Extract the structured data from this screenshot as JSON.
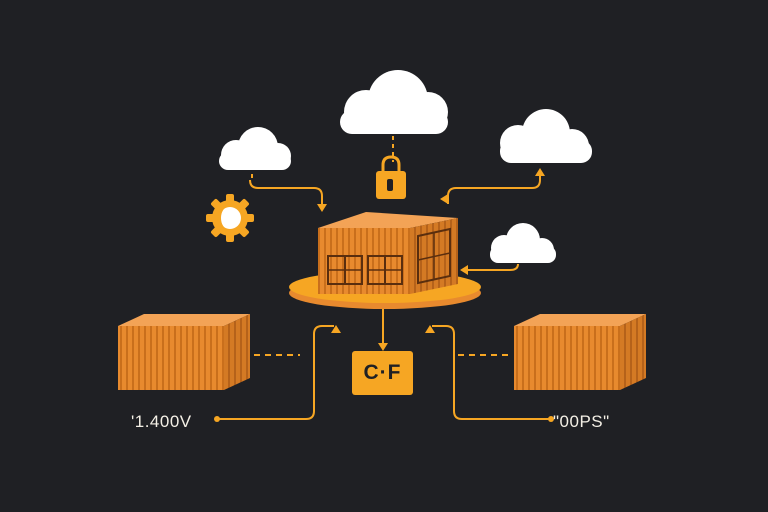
{
  "diagram": {
    "center_label": "C·F",
    "left_label": "'1.400V",
    "right_label": "\"00PS\""
  },
  "colors": {
    "background": "#1f2024",
    "accent_orange": "#f6a623",
    "container_orange": "#e88a2e",
    "cloud_white": "#ffffff",
    "text_light": "#f4f0e6"
  },
  "icons": {
    "top_cloud": "cloud-icon",
    "lock": "lock-icon",
    "gear": "gear-icon"
  }
}
